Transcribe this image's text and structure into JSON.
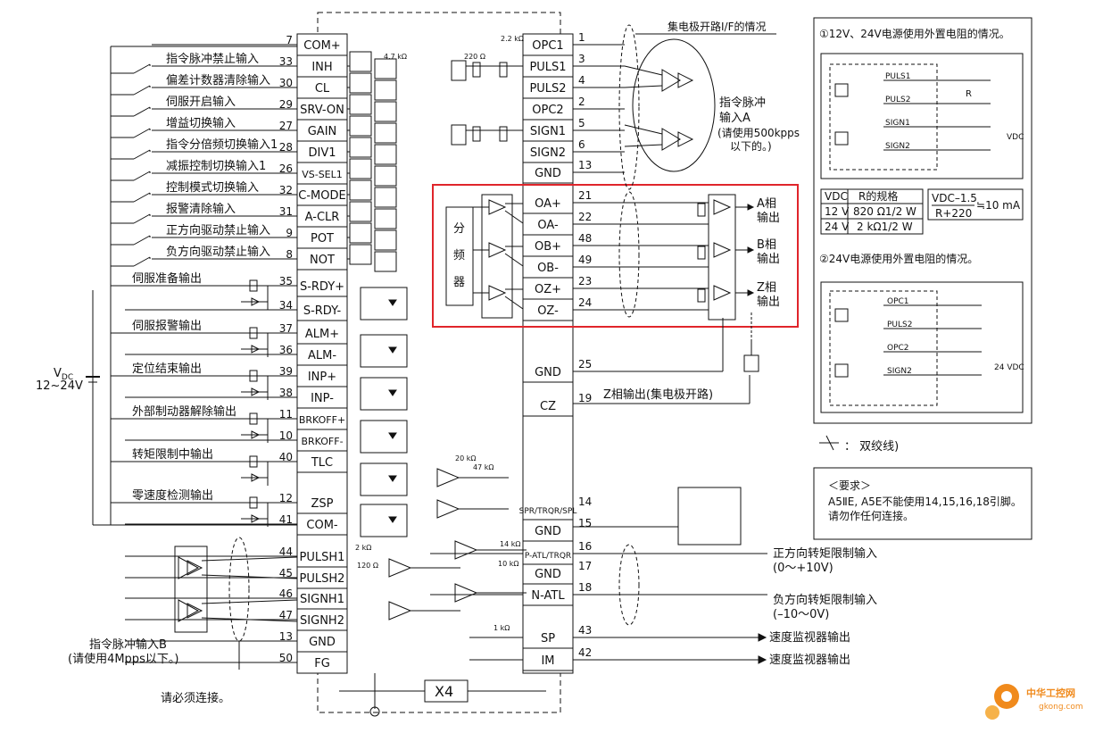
{
  "connector_label": "X4",
  "left_pins": [
    {
      "num": "7",
      "name": "COM+",
      "desc": ""
    },
    {
      "num": "33",
      "name": "INH",
      "desc": "指令脉冲禁止输入"
    },
    {
      "num": "30",
      "name": "CL",
      "desc": "偏差计数器清除输入"
    },
    {
      "num": "29",
      "name": "SRV-ON",
      "desc": "伺服开启输入"
    },
    {
      "num": "27",
      "name": "GAIN",
      "desc": "增益切换输入"
    },
    {
      "num": "28",
      "name": "DIV1",
      "desc": "指令分倍频切换输入1"
    },
    {
      "num": "26",
      "name": "VS-SEL1",
      "desc": "减振控制切换输入1"
    },
    {
      "num": "32",
      "name": "C-MODE",
      "desc": "控制模式切换输入"
    },
    {
      "num": "31",
      "name": "A-CLR",
      "desc": "报警清除输入"
    },
    {
      "num": "9",
      "name": "POT",
      "desc": "正方向驱动禁止输入"
    },
    {
      "num": "8",
      "name": "NOT",
      "desc": "负方向驱动禁止输入"
    },
    {
      "num": "35",
      "name": "S-RDY+",
      "desc": "伺服准备输出"
    },
    {
      "num": "34",
      "name": "S-RDY-",
      "desc": ""
    },
    {
      "num": "37",
      "name": "ALM+",
      "desc": "伺服报警输出"
    },
    {
      "num": "36",
      "name": "ALM-",
      "desc": ""
    },
    {
      "num": "39",
      "name": "INP+",
      "desc": "定位结束输出"
    },
    {
      "num": "38",
      "name": "INP-",
      "desc": ""
    },
    {
      "num": "11",
      "name": "BRKOFF+",
      "desc": "外部制动器解除输出"
    },
    {
      "num": "10",
      "name": "BRKOFF-",
      "desc": ""
    },
    {
      "num": "40",
      "name": "TLC",
      "desc": "转矩限制中输出"
    },
    {
      "num": "12",
      "name": "ZSP",
      "desc": "零速度检测输出"
    },
    {
      "num": "41",
      "name": "COM-",
      "desc": ""
    },
    {
      "num": "44",
      "name": "PULSH1",
      "desc": ""
    },
    {
      "num": "45",
      "name": "PULSH2",
      "desc": ""
    },
    {
      "num": "46",
      "name": "SIGNH1",
      "desc": ""
    },
    {
      "num": "47",
      "name": "SIGNH2",
      "desc": ""
    },
    {
      "num": "13",
      "name": "GND",
      "desc": ""
    },
    {
      "num": "50",
      "name": "FG",
      "desc": ""
    }
  ],
  "right_pins": [
    {
      "num": "1",
      "name": "OPC1"
    },
    {
      "num": "3",
      "name": "PULS1"
    },
    {
      "num": "4",
      "name": "PULS2"
    },
    {
      "num": "2",
      "name": "OPC2"
    },
    {
      "num": "5",
      "name": "SIGN1"
    },
    {
      "num": "6",
      "name": "SIGN2"
    },
    {
      "num": "13",
      "name": "GND"
    },
    {
      "num": "21",
      "name": "OA+"
    },
    {
      "num": "22",
      "name": "OA-"
    },
    {
      "num": "48",
      "name": "OB+"
    },
    {
      "num": "49",
      "name": "OB-"
    },
    {
      "num": "23",
      "name": "OZ+"
    },
    {
      "num": "24",
      "name": "OZ-"
    },
    {
      "num": "25",
      "name": "GND"
    },
    {
      "num": "19",
      "name": "CZ"
    },
    {
      "num": "14",
      "name": "SPR/TRQR/SPL"
    },
    {
      "num": "15",
      "name": "GND"
    },
    {
      "num": "16",
      "name": "P-ATL/TRQR"
    },
    {
      "num": "17",
      "name": "GND"
    },
    {
      "num": "18",
      "name": "N-ATL"
    },
    {
      "num": "43",
      "name": "SP"
    },
    {
      "num": "42",
      "name": "IM"
    }
  ],
  "resistor_labels": [
    "2.2 kΩ",
    "220 Ω",
    "4.7 kΩ",
    "20 kΩ",
    "47 kΩ",
    "2 kΩ",
    "120 Ω",
    "14 kΩ",
    "10 kΩ",
    "1 kΩ"
  ],
  "labels": {
    "vdc_main": "V",
    "vdc_sub": "DC",
    "vdc_range": "12~24V",
    "collector_if": "集电极开路I/F的情况",
    "pulse_input_a_1": "指令脉冲",
    "pulse_input_a_2": "输入A",
    "pulse_input_a_note_1": "(请使用500kpps",
    "pulse_input_a_note_2": "以下的。)",
    "divider_1": "分",
    "divider_2": "频",
    "divider_3": "器",
    "a_phase_1": "A相",
    "a_phase_2": "输出",
    "b_phase_1": "B相",
    "b_phase_2": "输出",
    "z_phase_1": "Z相",
    "z_phase_2": "输出",
    "z_open_collector": "Z相输出(集电极开路)",
    "pulse_input_b_1": "指令脉冲输入B",
    "pulse_input_b_2": "(请使用4Mpps以下。)",
    "must_connect": "请必须连接。",
    "fwd_torque": "正方向转矩限制输入",
    "fwd_range": "(0～+10V)",
    "rev_torque": "负方向转矩限制输入",
    "rev_range": "(–10～0V)",
    "speed_monitor_1": "速度监视器输出",
    "speed_monitor_2": "速度监视器输出",
    "twisted_pair": "：  双绞线)"
  },
  "inset": {
    "title1": "①12V、24V电源使用外置电阻的情况。",
    "title2": "②24V电源使用外置电阻的情况。",
    "table_header": [
      "VDC",
      "R的规格"
    ],
    "table_rows": [
      [
        "12 V",
        "820 Ω1/2 W"
      ],
      [
        "24 V",
        "2 kΩ1/2 W"
      ]
    ],
    "formula_num": "VDC–1.5",
    "formula_den": "R+220",
    "formula_result": "≒10 mA",
    "sub1_pins": [
      "PULS1",
      "PULS2",
      "SIGN1",
      "SIGN2"
    ],
    "sub2_pins": [
      "OPC1",
      "PULS2",
      "OPC2",
      "SIGN2"
    ],
    "r_label": "R",
    "vdc_label": "VDC",
    "v24_label": "24 VDC"
  },
  "note": {
    "title": "＜要求＞",
    "line1": "A5ⅡE, A5E不能使用14,15,16,18引脚。",
    "line2": "请勿作任何连接。"
  },
  "watermark": {
    "main": "中华工控网",
    "sub": "gkong.com"
  },
  "colors": {
    "highlight": "#e0252b",
    "ink": "#111111",
    "watermark": "#f08a1c"
  }
}
